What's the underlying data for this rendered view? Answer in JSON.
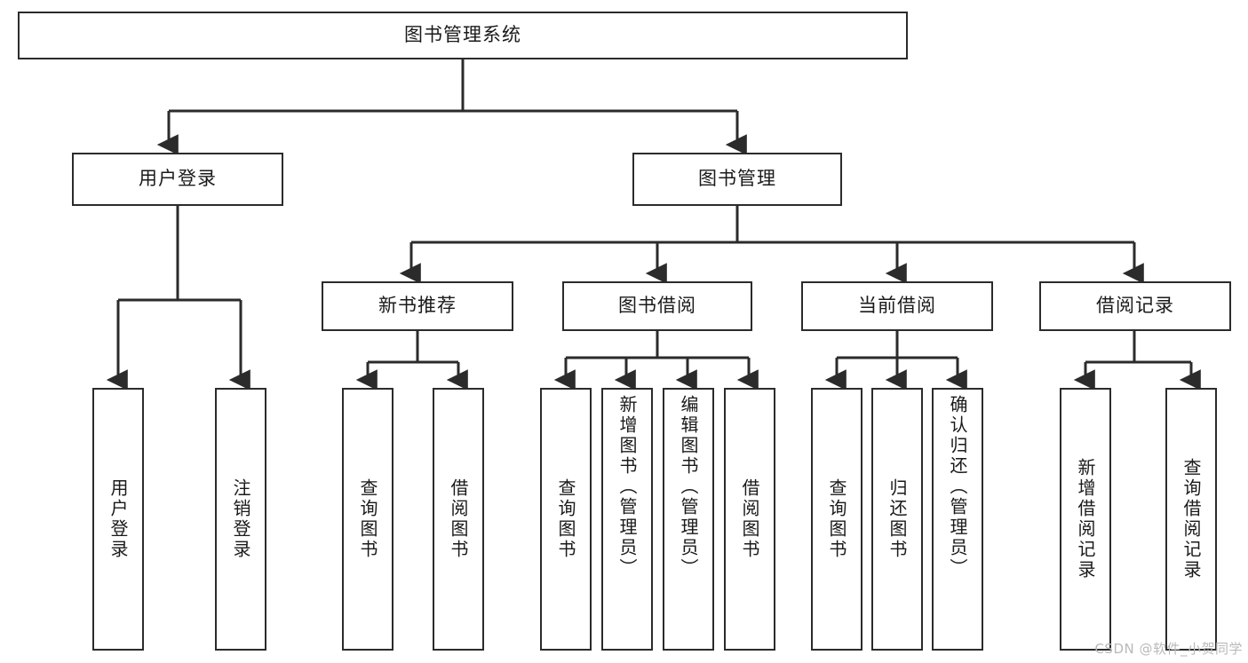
{
  "diagram": {
    "title": "图书管理系统",
    "watermark": "CSDN @软件_小贺同学",
    "accent_color": "#2b2b2b",
    "background_color": "#ffffff",
    "levels": {
      "root": "图书管理系统",
      "level2": [
        "用户登录",
        "图书管理"
      ],
      "level3": [
        "新书推荐",
        "图书借阅",
        "当前借阅",
        "借阅记录"
      ]
    },
    "nodes": {
      "root": "图书管理系统",
      "user_login": "用户登录",
      "book_manage": "图书管理",
      "new_book_rec": "新书推荐",
      "book_borrow": "图书借阅",
      "current_borrow": "当前借阅",
      "borrow_record": "借阅记录",
      "leaf_user_login": "用户登录",
      "leaf_logout": "注销登录",
      "leaf_query_book_a": "查询图书",
      "leaf_borrow_book_a": "借阅图书",
      "leaf_query_book_b": "查询图书",
      "leaf_add_book_admin": "新增图书（管理员）",
      "leaf_edit_book_admin": "编辑图书（管理员）",
      "leaf_borrow_book_b": "借阅图书",
      "leaf_query_book_c": "查询图书",
      "leaf_return_book": "归还图书",
      "leaf_confirm_return_admin": "确认归还（管理员）",
      "leaf_add_record": "新增借阅记录",
      "leaf_query_record": "查询借阅记录"
    }
  }
}
